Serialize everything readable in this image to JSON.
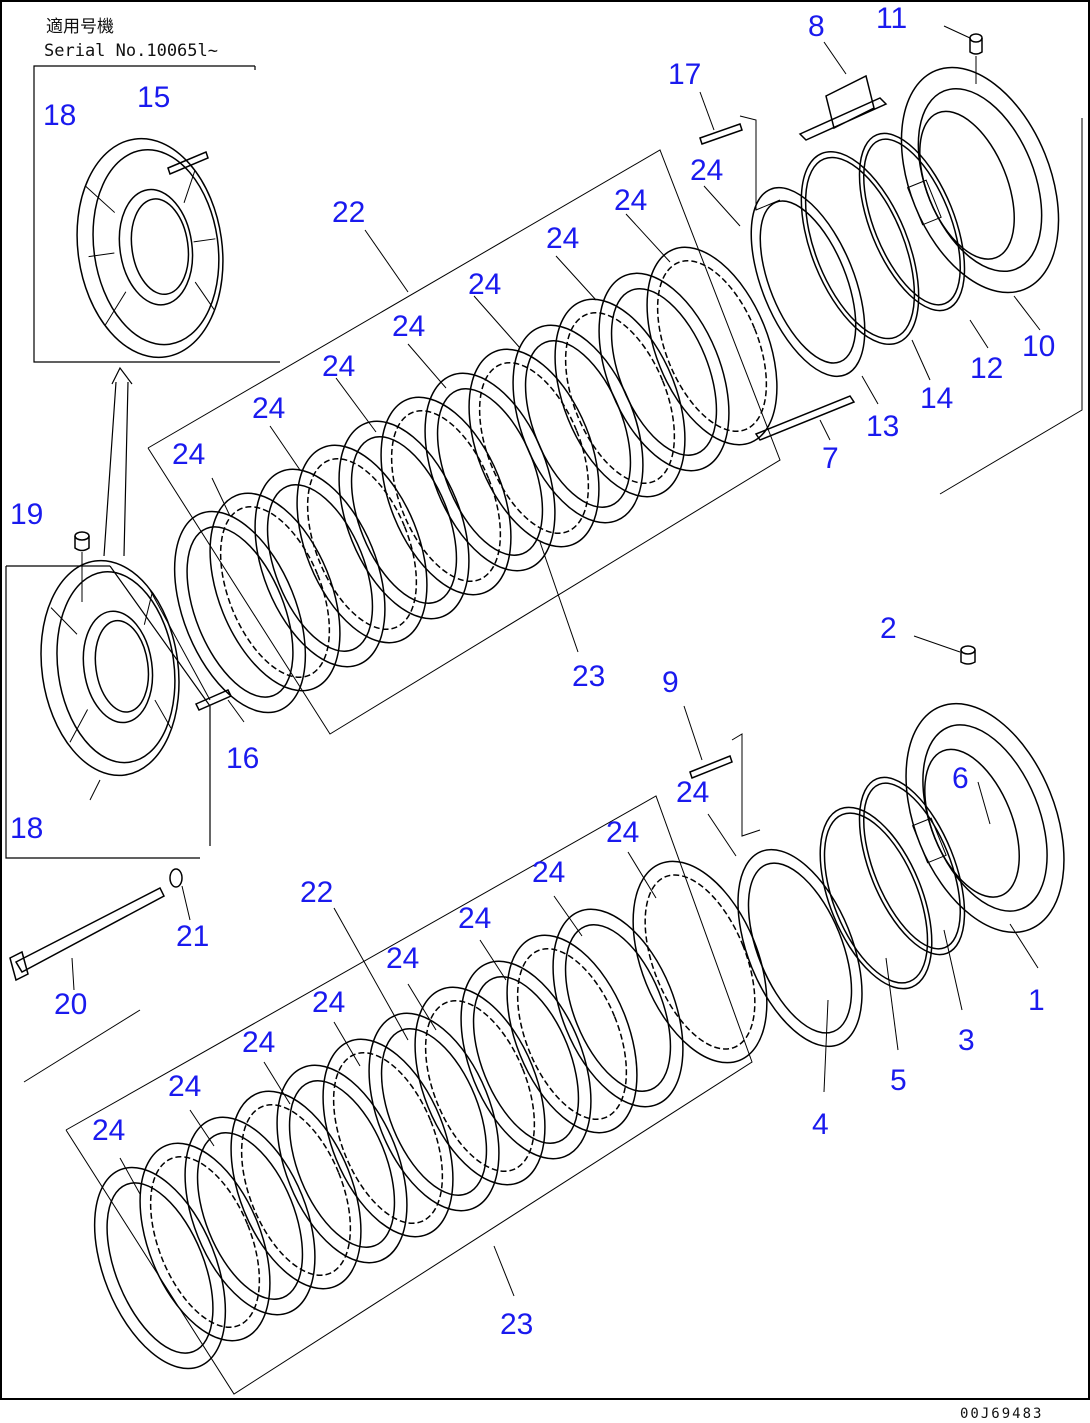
{
  "header": {
    "applicable_label": "適用号機",
    "serial_label": "Serial No.10065l~"
  },
  "drawing_code": "00J69483",
  "callouts": {
    "c1": "1",
    "c2": "2",
    "c3": "3",
    "c4": "4",
    "c5": "5",
    "c6": "6",
    "c7": "7",
    "c8": "8",
    "c9": "9",
    "c10": "10",
    "c11": "11",
    "c12": "12",
    "c13": "13",
    "c14": "14",
    "c15": "15",
    "c16": "16",
    "c17": "17",
    "c18a": "18",
    "c18b": "18",
    "c19": "19",
    "c20": "20",
    "c21": "21",
    "c22a": "22",
    "c22b": "22",
    "c23a": "23",
    "c23b": "23",
    "c24": "24"
  }
}
